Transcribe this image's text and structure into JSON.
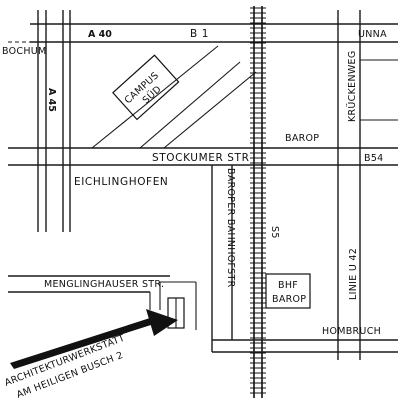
{
  "map": {
    "labels": {
      "bochum": "BOCHUM",
      "a40": "A 40",
      "b1": "B 1",
      "unna": "UNNA",
      "a45": "A 45",
      "campus_line1": "CAMPUS",
      "campus_line2": "SÜD",
      "krueckenweg": "KRÜCKENWEG",
      "barop": "BAROP",
      "stockumer_str": "STOCKUMER STR",
      "b54": "B54",
      "eichlinghofen": "EICHLINGHOFEN",
      "baroper_bahnhofstr": "BAROPER BAHNHOFSTR",
      "s5": "S5",
      "linie_u42": "LINIE U 42",
      "menglinghauser_str": "MENGLINGHAUSER STR.",
      "bhf_line1": "BHF",
      "bhf_line2": "BAROP",
      "hombruch": "HOMBRUCH",
      "architektur_line1": "ARCHITEKTURWERKSTATT",
      "architektur_line2": "AM HEILIGEN BUSCH 2"
    }
  }
}
